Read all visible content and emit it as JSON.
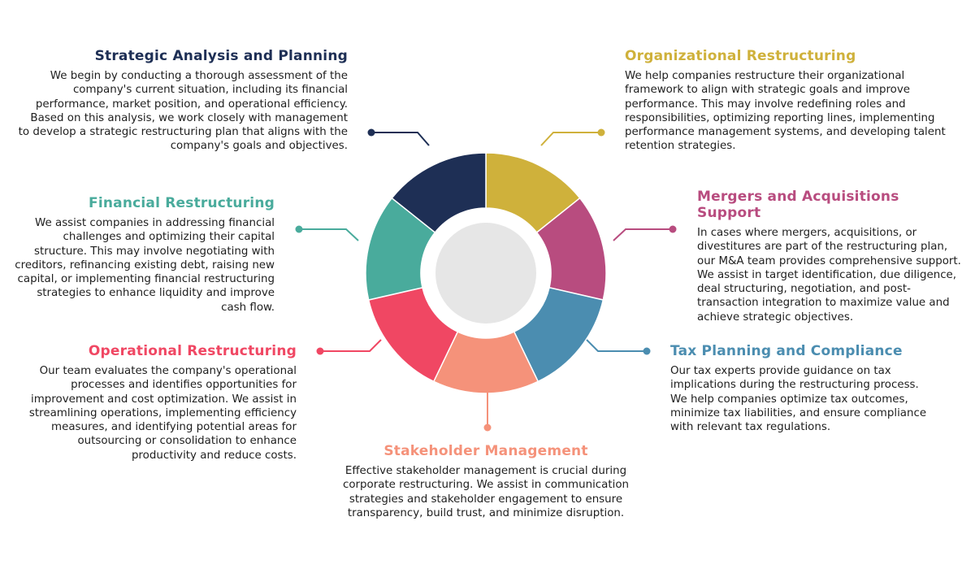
{
  "colors": {
    "navy": "#1e2f55",
    "gold": "#cfb13b",
    "magenta": "#b84c7f",
    "blue": "#4b8db0",
    "salmon": "#f5927a",
    "red": "#f04763",
    "teal": "#49ab9c",
    "center": "#e6e6e6"
  },
  "sections": {
    "strategic": {
      "title": "Strategic Analysis and Planning",
      "text": "We begin by conducting a thorough assessment of the company's current situation, including its financial performance, market position, and operational efficiency. Based on this analysis, we work closely with management to develop a strategic restructuring plan that aligns with the company's goals and objectives."
    },
    "organizational": {
      "title": "Organizational Restructuring",
      "text": "We help companies restructure their organizational framework to align with strategic goals and improve performance. This may involve redefining roles and responsibilities, optimizing reporting lines, implementing performance management systems, and developing talent retention strategies."
    },
    "financial": {
      "title": "Financial Restructuring",
      "text": "We assist companies in addressing financial challenges and optimizing their capital structure. This may involve negotiating with creditors, refinancing existing debt, raising new capital, or implementing financial restructuring strategies to enhance liquidity and improve cash flow."
    },
    "mergers": {
      "title": "Mergers and Acquisitions Support",
      "text": "In cases where mergers, acquisitions, or divestitures are part of the restructuring plan, our M&A team provides comprehensive support. We assist in target identification, due diligence, deal structuring, negotiation, and post-transaction integration to maximize value and achieve strategic objectives."
    },
    "operational": {
      "title": "Operational Restructuring",
      "text": "Our team evaluates the company's operational processes and identifies opportunities for improvement and cost optimization. We assist in streamlining operations, implementing efficiency measures, and identifying potential areas for outsourcing or consolidation to enhance productivity and reduce costs."
    },
    "tax": {
      "title": "Tax Planning and Compliance",
      "text": "Our tax experts provide guidance on tax implications during the restructuring process. We help companies optimize tax outcomes, minimize tax liabilities, and ensure compliance with relevant tax regulations."
    },
    "stakeholder": {
      "title": "Stakeholder Management",
      "text": "Effective stakeholder management is crucial during corporate restructuring. We assist in communication strategies and stakeholder engagement to ensure transparency, build trust, and minimize disruption."
    }
  }
}
